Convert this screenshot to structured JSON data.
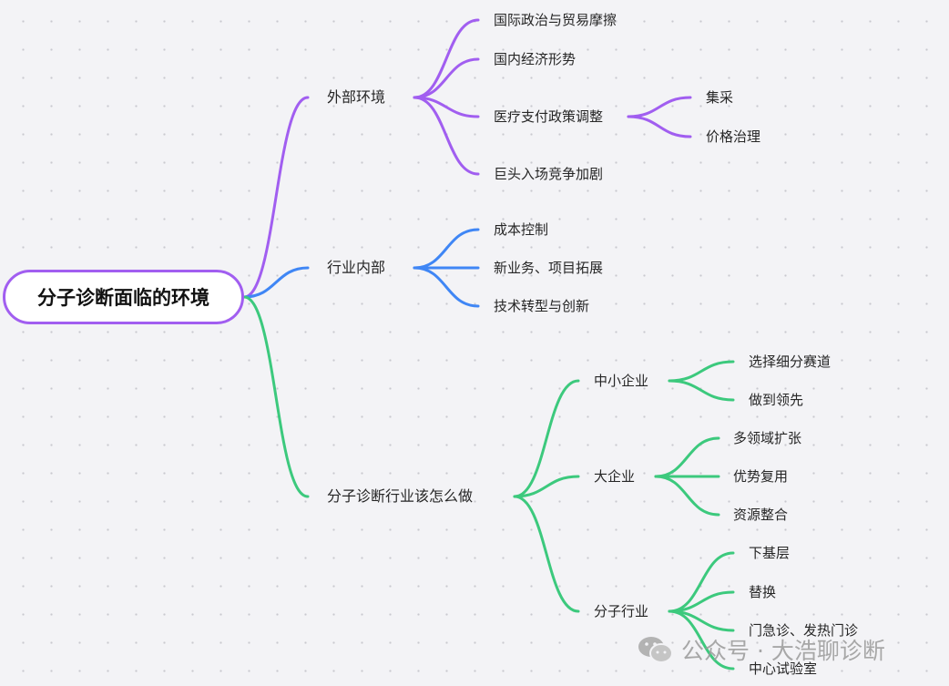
{
  "root": "分子诊断面临的环境",
  "colors": {
    "purple": "#a15ef0",
    "blue": "#3f86f5",
    "green": "#3cc97d"
  },
  "branches": {
    "external": {
      "label": "外部环境",
      "children": [
        "国际政治与贸易摩擦",
        "国内经济形势",
        "医疗支付政策调整",
        "巨头入场竞争加剧"
      ],
      "policy_children": [
        "集采",
        "价格治理"
      ]
    },
    "internal": {
      "label": "行业内部",
      "children": [
        "成本控制",
        "新业务、项目拓展",
        "技术转型与创新"
      ]
    },
    "howto": {
      "label": "分子诊断行业该怎么做",
      "sme": {
        "label": "中小企业",
        "children": [
          "选择细分赛道",
          "做到领先"
        ]
      },
      "large": {
        "label": "大企业",
        "children": [
          "多领域扩张",
          "优势复用",
          "资源整合"
        ]
      },
      "industry": {
        "label": "分子行业",
        "children": [
          "下基层",
          "替换",
          "门急诊、发热门诊",
          "中心试验室"
        ]
      }
    }
  },
  "watermark": {
    "icon": "wechat-icon",
    "text": "公众号 · 大浩聊诊断"
  }
}
